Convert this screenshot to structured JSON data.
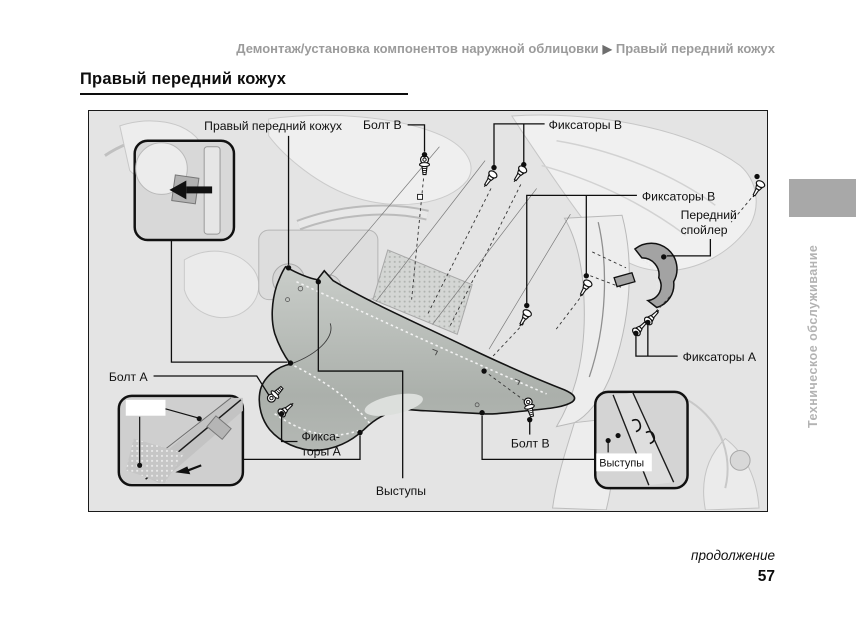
{
  "header": {
    "breadcrumb_section": "Демонтаж/установка компонентов наружной облицовки",
    "breadcrumb_arrow": "▶",
    "breadcrumb_current": "Правый передний кожух",
    "title": "Правый передний кожух"
  },
  "diagram": {
    "labels": {
      "cover": "Правый передний кожух",
      "bolt_b_top": "Болт B",
      "clips_b_top": "Фиксаторы B",
      "clips_b_mid": "Фиксаторы B",
      "spoiler_line1": "Передний",
      "spoiler_line2": "спойлер",
      "clips_a_right": "Фиксаторы A",
      "bolt_a": "Болт A",
      "clips_a_left_line1": "Фикса-",
      "clips_a_left_line2": "торы A",
      "bolt_b_bottom": "Болт B",
      "tabs_center": "Выступы",
      "tabs_inset": "Выступы"
    }
  },
  "sidebar": {
    "tab_label": "Техническое обслуживание"
  },
  "footer": {
    "continuation": "продолжение",
    "page_number": "57"
  },
  "colors": {
    "diagram_bg": "#e4e4e4",
    "section_tab": "#a8a8a8",
    "muted_text": "#9b9b9b",
    "cover_fill_top": "#c7cbc7",
    "cover_fill_bottom": "#a4a9a4",
    "spoiler_fill": "#a3a3a3",
    "line_black": "#0e0e0e"
  }
}
